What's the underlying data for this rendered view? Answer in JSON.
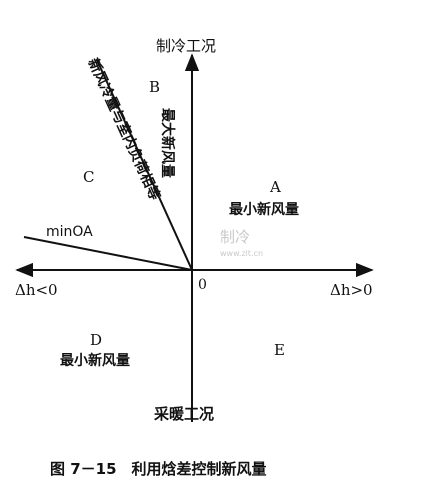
{
  "axes": {
    "top": "制冷工况",
    "bottom": "采暖工况",
    "left": "Δh<0",
    "right": "Δh>0",
    "origin": "0"
  },
  "regions": {
    "A": {
      "letter": "A",
      "caption": "最小新风量"
    },
    "B": {
      "letter": "B"
    },
    "C": {
      "letter": "C"
    },
    "D": {
      "letter": "D",
      "caption": "最小新风量"
    },
    "E": {
      "letter": "E"
    }
  },
  "lines": {
    "min_oa": "minOA",
    "max_fresh_air": "最大新风量",
    "load_equal": "新风冷量与室内负荷相等"
  },
  "watermark": {
    "main": "制冷",
    "sub": "www.zlt.cn"
  },
  "caption": "图 7－15　利用焓差控制新风量"
}
